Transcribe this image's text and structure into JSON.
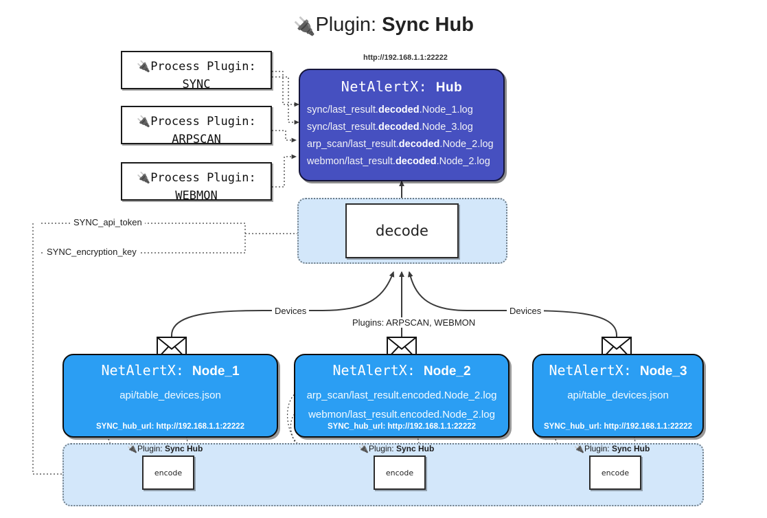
{
  "page": {
    "title_prefix": "Plugin: ",
    "title_name": "Sync Hub",
    "plug_icon": "plug-icon"
  },
  "process_plugins": [
    {
      "line1": "Process Plugin:",
      "line2": "SYNC",
      "name": "process-plugin-sync"
    },
    {
      "line1": "Process Plugin:",
      "line2": "ARPSCAN",
      "name": "process-plugin-arpscan"
    },
    {
      "line1": "Process Plugin:",
      "line2": "WEBMON",
      "name": "process-plugin-webmon"
    }
  ],
  "hub": {
    "url": "http://192.168.1.1:22222",
    "title_prefix": "NetAlertX: ",
    "title_name": "Hub",
    "logs": [
      {
        "pre": "sync/last_result.",
        "em": "decoded",
        "post": ".Node_1.log"
      },
      {
        "pre": "sync/last_result.",
        "em": "decoded",
        "post": ".Node_3.log"
      },
      {
        "pre": "arp_scan/last_result.",
        "em": "decoded",
        "post": ".Node_2.log"
      },
      {
        "pre": "webmon/last_result.",
        "em": "decoded",
        "post": ".Node_2.log"
      }
    ]
  },
  "decode": {
    "label": "decode"
  },
  "secrets": [
    {
      "label": "SYNC_api_token"
    },
    {
      "label": "SYNC_encryption_key"
    }
  ],
  "edge_labels": {
    "devices_left": "Devices",
    "devices_right": "Devices",
    "plugins_center": "Plugins: ARPSCAN, WEBMON"
  },
  "nodes": [
    {
      "title_prefix": "NetAlertX: ",
      "title_name": "Node_1",
      "lines": [
        "api/table_devices.json"
      ],
      "hub_url_label": "SYNC_hub_url: http://192.168.1.1:22222",
      "name": "node-1"
    },
    {
      "title_prefix": "NetAlertX: ",
      "title_name": "Node_2",
      "lines": [
        "arp_scan/last_result.encoded.Node_2.log",
        "webmon/last_result.encoded.Node_2.log"
      ],
      "hub_url_label": "SYNC_hub_url: http://192.168.1.1:22222",
      "name": "node-2"
    },
    {
      "title_prefix": "NetAlertX: ",
      "title_name": "Node_3",
      "lines": [
        "api/table_devices.json"
      ],
      "hub_url_label": "SYNC_hub_url: http://192.168.1.1:22222",
      "name": "node-3"
    }
  ],
  "encoders": [
    {
      "caption_prefix": "Plugin: ",
      "caption_name": "Sync Hub",
      "label": "encode"
    },
    {
      "caption_prefix": "Plugin: ",
      "caption_name": "Sync Hub",
      "label": "encode"
    },
    {
      "caption_prefix": "Plugin: ",
      "caption_name": "Sync Hub",
      "label": "encode"
    }
  ],
  "colors": {
    "hub_fill": "#4650c0",
    "node_fill": "#2b9ef3",
    "container_fill": "#d3e7fa",
    "stroke": "#3a3a3a"
  }
}
